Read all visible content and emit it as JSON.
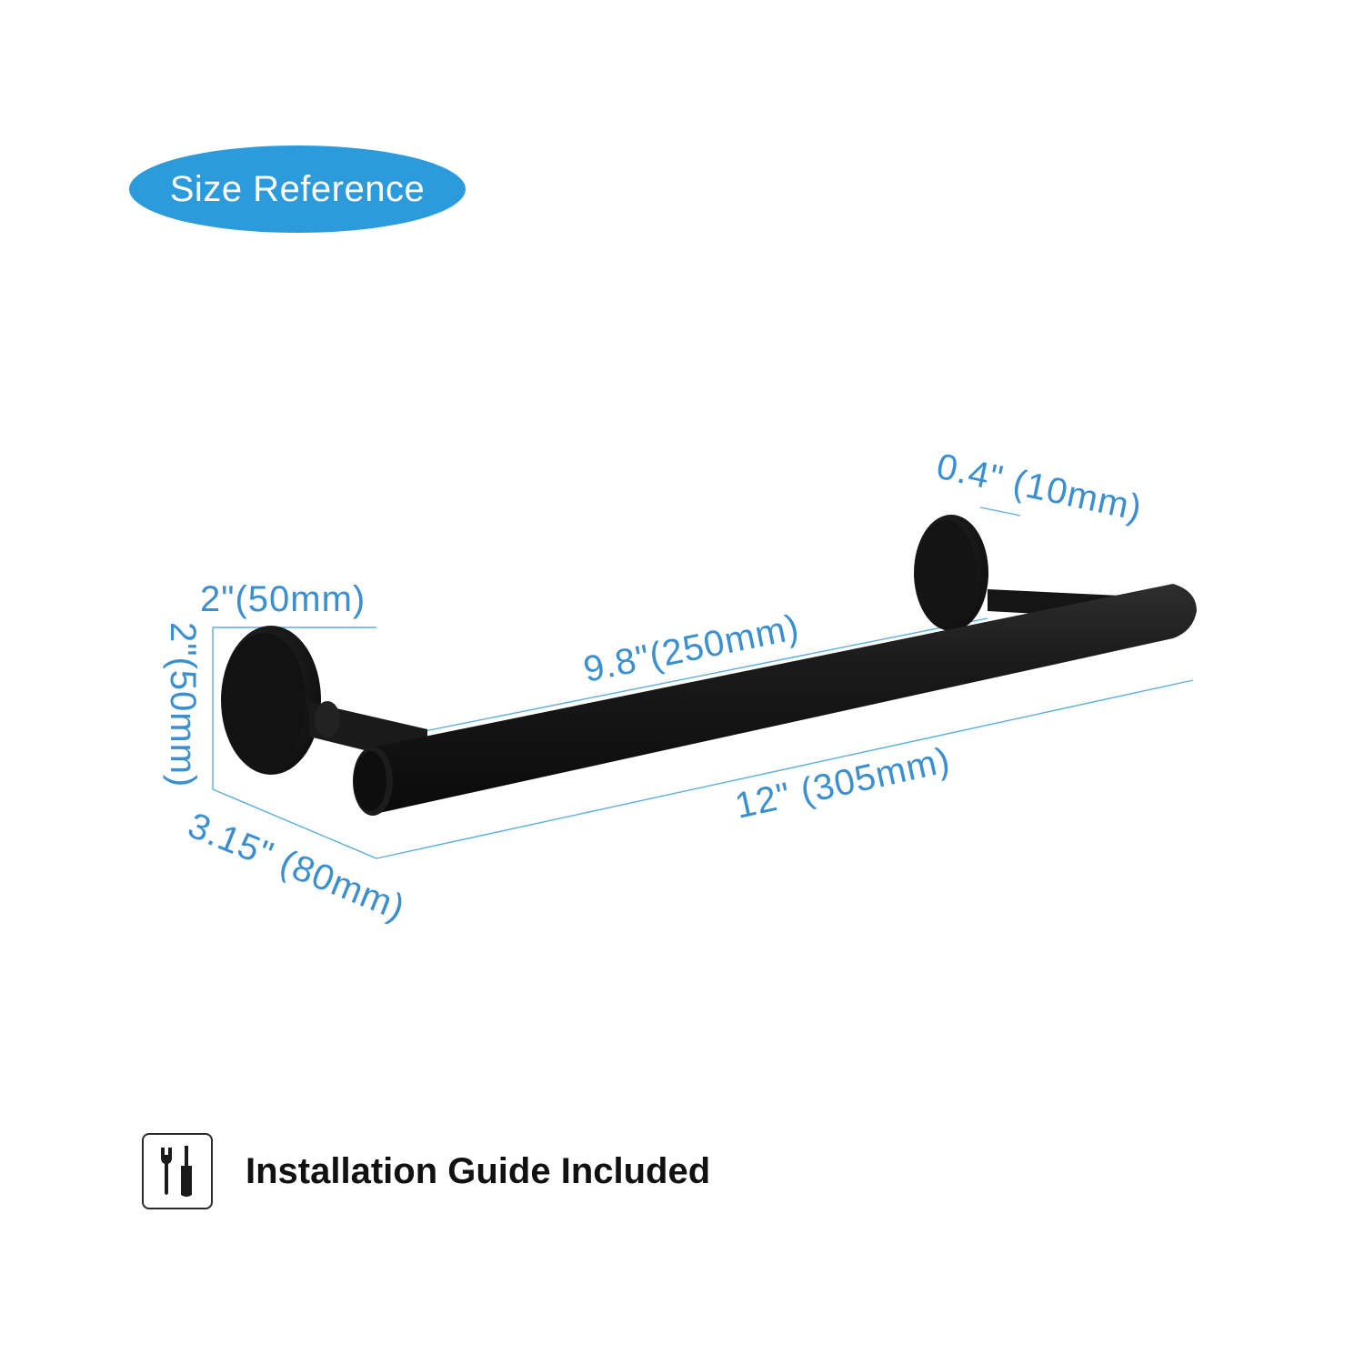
{
  "badge": {
    "label": "Size Reference",
    "color": "#2b9bdc"
  },
  "dimensions": {
    "mount_width": "2\"(50mm)",
    "mount_height": "2\"(50mm)",
    "projection": "3.15\" (80mm)",
    "inner_span": "9.8\"(250mm)",
    "overall_length": "12\" (305mm)",
    "bar_diameter": "0.4\" (10mm)"
  },
  "product": {
    "name": "towel-bar",
    "color": "#1b1b1b"
  },
  "footer": {
    "icon": "tools-icon",
    "label": "Installation Guide Included"
  },
  "accent_color": "#3a8fd0"
}
